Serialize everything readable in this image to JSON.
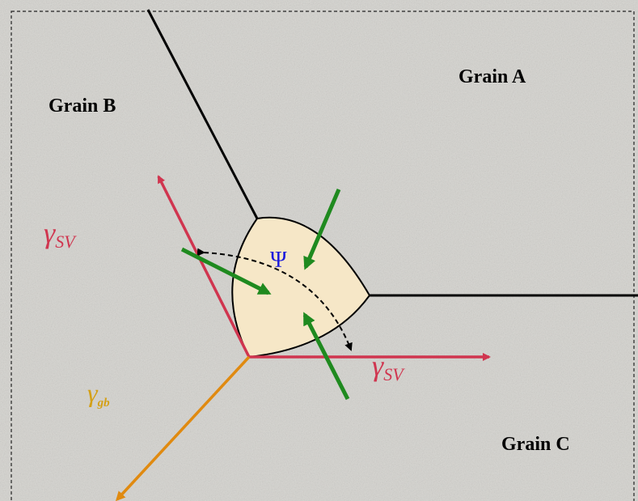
{
  "diagram": {
    "grains": {
      "a": "Grain A",
      "b": "Grain B",
      "c": "Grain C"
    },
    "labels": {
      "gamma_sv_left": {
        "symbol": "γ",
        "subscript": "SV"
      },
      "gamma_sv_right": {
        "symbol": "γ",
        "subscript": "SV"
      },
      "gamma_gb": {
        "symbol": "γ",
        "subscript": "gb"
      },
      "psi": "Ψ"
    },
    "colors": {
      "background": "#d9d8d4",
      "pore_fill": "#f6e7c7",
      "boundary": "#000000",
      "surface_tension_arrow": "#d0354f",
      "grain_boundary_arrow": "#e08a10",
      "pressure_arrow": "#1f8a1f",
      "psi_text": "#1a1adc",
      "gamma_sv_text": "#d0354f",
      "gamma_gb_text": "#d4a017"
    }
  }
}
